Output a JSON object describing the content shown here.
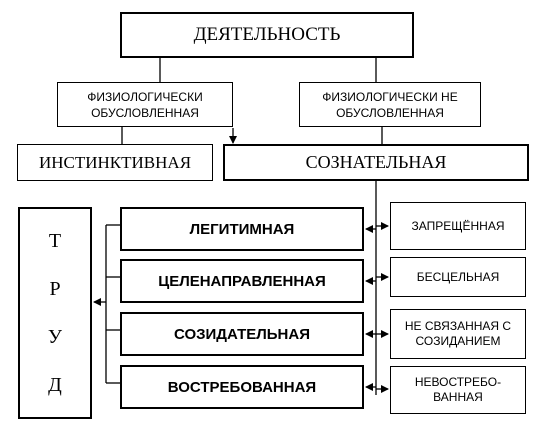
{
  "diagram": {
    "top": "ДЕЯТЕЛЬНОСТЬ",
    "physiological": "ФИЗИОЛОГИЧЕСКИ\nОБУСЛОВЛЕННАЯ",
    "non_physiological": "ФИЗИОЛОГИЧЕСКИ НЕ\nОБУСЛОВЛЕННАЯ",
    "instinctive": "ИНСТИНКТИВНАЯ",
    "conscious": "СОЗНАТЕЛЬНАЯ",
    "labor_letters": [
      "Т",
      "Р",
      "У",
      "Д"
    ],
    "positive": [
      "ЛЕГИТИМНАЯ",
      "ЦЕЛЕНАПРАВЛЕННАЯ",
      "СОЗИДАТЕЛЬНАЯ",
      "ВОСТРЕБОВАННАЯ"
    ],
    "negative": [
      "ЗАПРЕЩЁННАЯ",
      "БЕСЦЕЛЬНАЯ",
      "НЕ СВЯЗАННАЯ С\nСОЗИДАНИЕМ",
      "НЕВОСТРЕБО-\nВАННАЯ"
    ]
  }
}
